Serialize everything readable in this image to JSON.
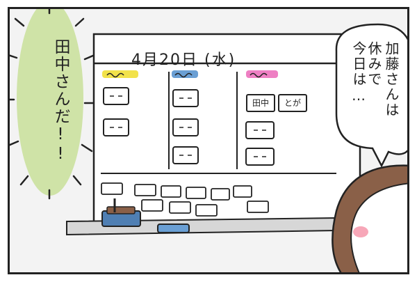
{
  "board": {
    "date": "4月20日 (水)",
    "tanaka_tag": "田中",
    "togashi_tag": "とが"
  },
  "shout": {
    "text": "田中さんだ!!"
  },
  "thought": {
    "lines": [
      "加藤さんは",
      "休みで",
      "今日は…"
    ]
  },
  "colors": {
    "highlight_yellow": "#f2e24a",
    "highlight_blue": "#6a9fd4",
    "highlight_pink": "#ee7fc3",
    "glow_green": "#cfe3a7",
    "skin": "#ffffff",
    "hair": "#8a6048",
    "blush": "#f7a7b8",
    "marker_blue": "#4f7fb3"
  }
}
